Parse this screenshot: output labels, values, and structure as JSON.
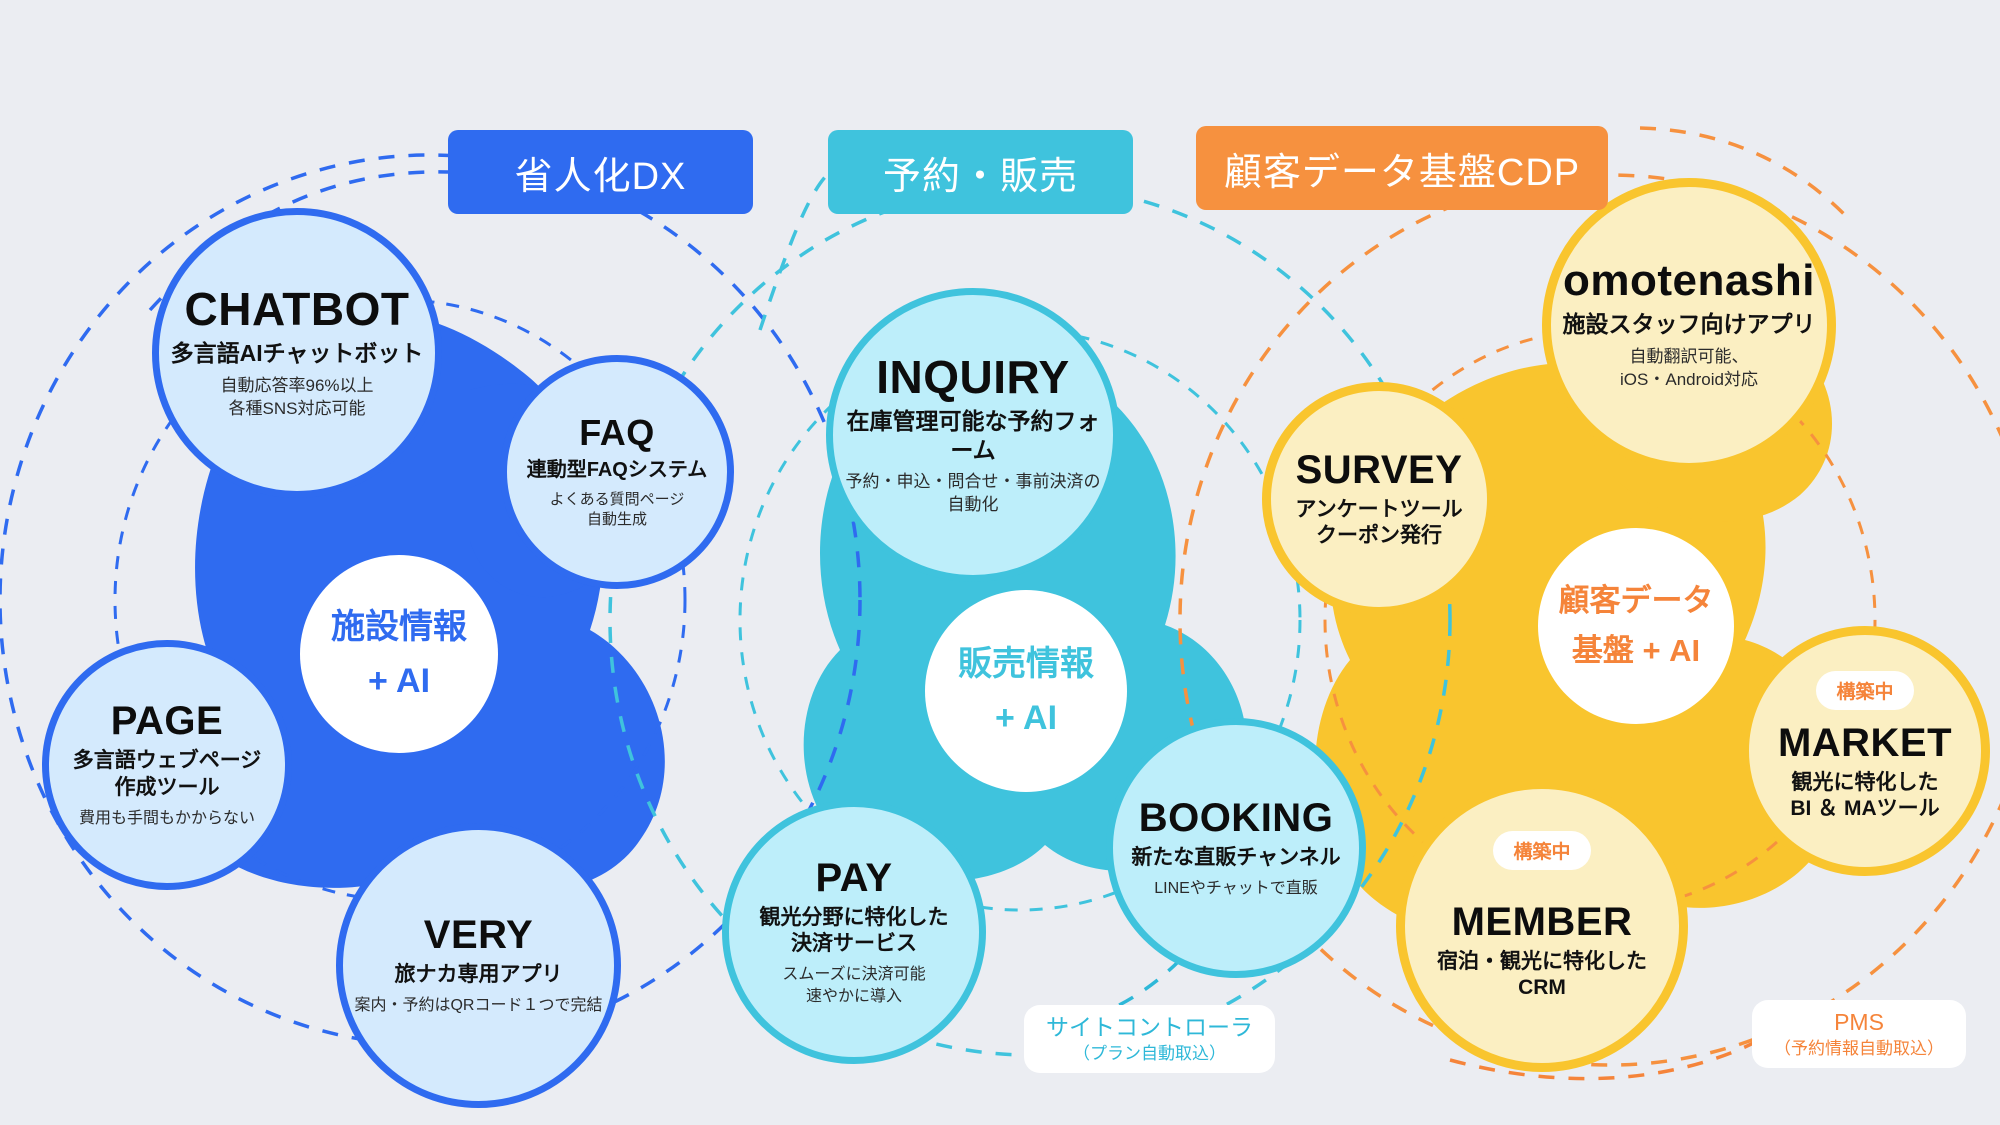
{
  "categories": [
    {
      "label": "省人化DX",
      "color": "#2f6bf0"
    },
    {
      "label": "予約・販売",
      "color": "#3fc3dd"
    },
    {
      "label": "顧客データ基盤CDP",
      "color": "#f6913f"
    }
  ],
  "hubs": [
    {
      "line1": "施設情報",
      "line2": "+ AI",
      "color": "#2f6bf0"
    },
    {
      "line1": "販売情報",
      "line2": "+ AI",
      "color": "#3fc3dd"
    },
    {
      "line1": "顧客データ",
      "line2": "基盤 + AI",
      "color": "#f5843a"
    }
  ],
  "bubbles": [
    {
      "id": "chatbot",
      "title": "CHATBOT",
      "subtitle": "多言語AIチャットボット",
      "note1": "自動応答率96%以上",
      "note2": "各種SNS対応可能",
      "group": "省人化DX",
      "badge": ""
    },
    {
      "id": "faq",
      "title": "FAQ",
      "subtitle": "連動型FAQシステム",
      "note1": "よくある質問ページ",
      "note2": "自動生成",
      "group": "省人化DX",
      "badge": ""
    },
    {
      "id": "page",
      "title": "PAGE",
      "subtitle": "多言語ウェブページ\n作成ツール",
      "note1": "費用も手間もかからない",
      "note2": "",
      "group": "省人化DX",
      "badge": ""
    },
    {
      "id": "very",
      "title": "VERY",
      "subtitle": "旅ナカ専用アプリ",
      "note1": "案内・予約はQRコード１つで完結",
      "note2": "",
      "group": "省人化DX",
      "badge": ""
    },
    {
      "id": "inquiry",
      "title": "INQUIRY",
      "subtitle": "在庫管理可能な予約フォーム",
      "note1": "予約・申込・問合せ・事前決済の",
      "note2": "自動化",
      "group": "予約・販売",
      "badge": ""
    },
    {
      "id": "pay",
      "title": "PAY",
      "subtitle": "観光分野に特化した\n決済サービス",
      "note1": "スムーズに決済可能",
      "note2": "速やかに導入",
      "group": "予約・販売",
      "badge": ""
    },
    {
      "id": "booking",
      "title": "BOOKING",
      "subtitle": "新たな直販チャンネル",
      "note1": "LINEやチャットで直販",
      "note2": "",
      "group": "予約・販売",
      "badge": ""
    },
    {
      "id": "omotenashi",
      "title": "omotenashi",
      "subtitle": "施設スタッフ向けアプリ",
      "note1": "自動翻訳可能、",
      "note2": "iOS・Android対応",
      "group": "顧客データ基盤CDP",
      "badge": ""
    },
    {
      "id": "survey",
      "title": "SURVEY",
      "subtitle": "アンケートツール\nクーポン発行",
      "note1": "",
      "note2": "",
      "group": "顧客データ基盤CDP",
      "badge": ""
    },
    {
      "id": "market",
      "title": "MARKET",
      "subtitle": "観光に特化した\nBI ＆ MAツール",
      "note1": "",
      "note2": "",
      "group": "顧客データ基盤CDP",
      "badge": "構築中"
    },
    {
      "id": "member",
      "title": "MEMBER",
      "subtitle": "宿泊・観光に特化した\nCRM",
      "note1": "",
      "note2": "",
      "group": "顧客データ基盤CDP",
      "badge": "構築中"
    }
  ],
  "note_pills": [
    {
      "id": "site-controller",
      "main": "サイトコントローラ",
      "sub": "（プラン自動取込）",
      "color": "#2eb8d8"
    },
    {
      "id": "pms",
      "main": "PMS",
      "sub": "（予約情報自動取込）",
      "color": "#f5843a"
    }
  ],
  "palette": {
    "background": "#ebedf2",
    "blue": "#2f6bf0",
    "blue_fill": "#d4eafd",
    "cyan": "#3fc3dd",
    "cyan_fill": "#bdeefa",
    "orange": "#f6913f",
    "yellow": "#f9c52e",
    "yellow_fill": "#fbefc2",
    "white": "#ffffff"
  }
}
